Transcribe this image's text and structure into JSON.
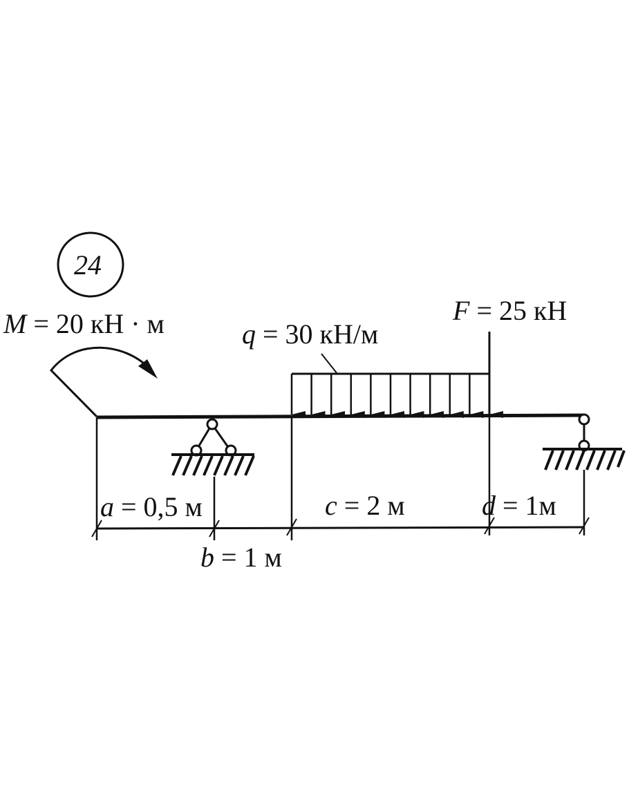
{
  "problem_number": "24",
  "labels": {
    "moment": "M = 20 кН · м",
    "distributed_load": "q = 30 кН/м",
    "force": "F = 25 кН",
    "dim_a": "a = 0,5 м",
    "dim_b": "b = 1 м",
    "dim_c": "c = 2 м",
    "dim_d": "d = 1м"
  },
  "colors": {
    "ink": "#111111",
    "background": "#ffffff"
  }
}
